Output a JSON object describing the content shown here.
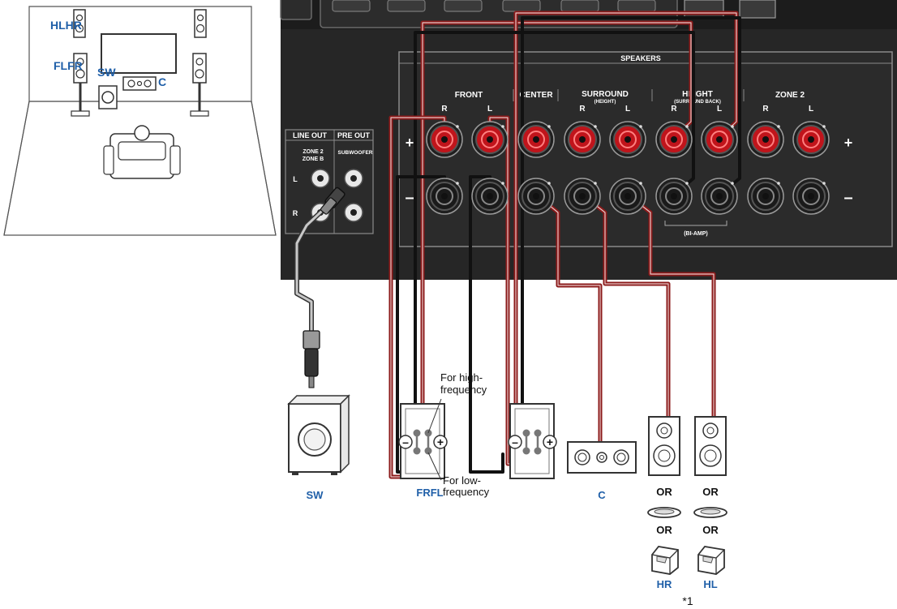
{
  "colors": {
    "panel": "#262626",
    "panel_light": "#3a3a3a",
    "cable_red": "#8b1a1a",
    "cable_black": "#111111",
    "terminal_red": "#c0141b",
    "label_blue": "#1f5fa8"
  },
  "room": {
    "labels": {
      "hl_hr": "HLHR",
      "fl_fr": "FLFR",
      "sw": "SW",
      "c": "C"
    }
  },
  "panel": {
    "speakers_title": "SPEAKERS",
    "groups": {
      "front": "FRONT",
      "center": "CENTER",
      "surround": "SURROUND",
      "surround_sub": "(HEIGHT)",
      "height": "HEIGHT",
      "height_sub": "(SURROUND BACK)",
      "zone2": "ZONE 2"
    },
    "channel_r": "R",
    "channel_l": "L",
    "plus": "+",
    "minus": "–",
    "bi_amp": "(BI-AMP)",
    "line_out": "LINE OUT",
    "pre_out": "PRE OUT",
    "zone2b_line1": "ZONE 2",
    "zone2b_line2": "ZONE B",
    "subwoofer": "SUBWOOFER",
    "jack_l": "L",
    "jack_r": "R"
  },
  "annotations": {
    "high_freq_line1": "For high-",
    "high_freq_line2": "frequency",
    "low_freq_line1": "For low-",
    "low_freq_line2": "frequency"
  },
  "speakers": {
    "sw": "SW",
    "fr_fl": "FRFL",
    "c": "C",
    "hr": "HR",
    "hl": "HL",
    "or": "OR"
  },
  "footnote": "*1"
}
